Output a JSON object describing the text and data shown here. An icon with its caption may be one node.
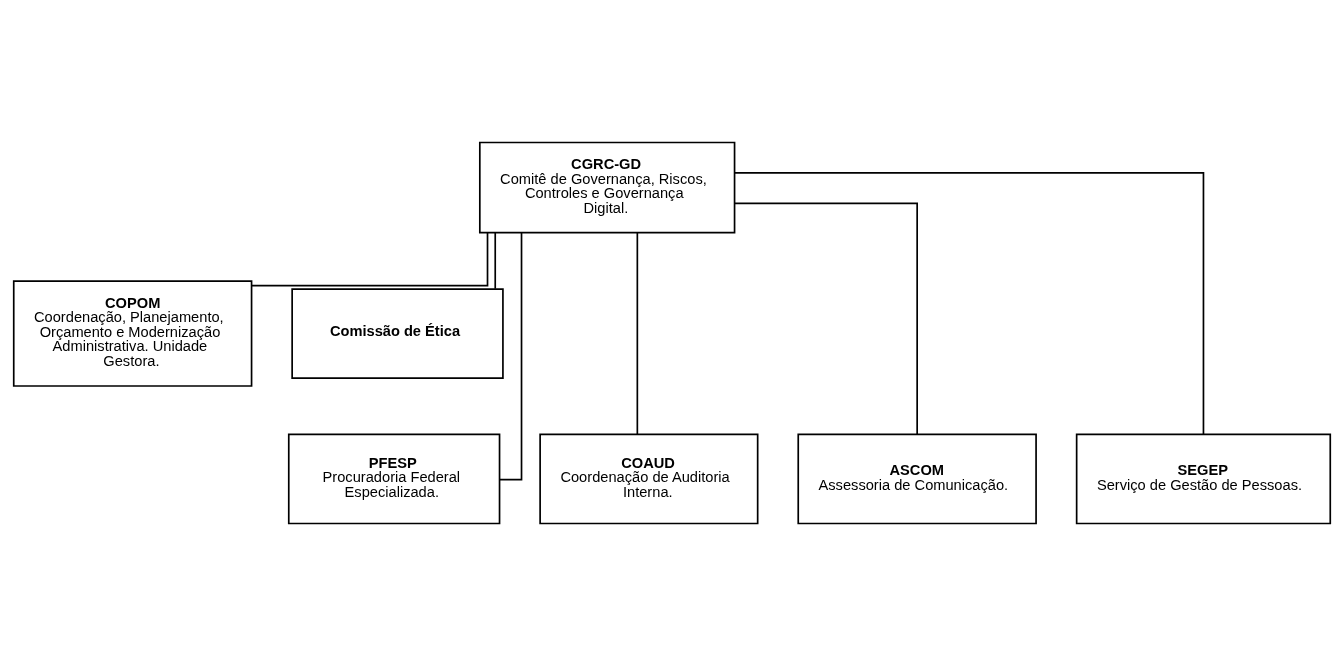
{
  "diagram": {
    "nodes": [
      {
        "text": [
          "CGRC-GD",
          "Comitê de Governança, Riscos, Controles e Governança Digital."
        ]
      },
      {
        "text": [
          "COPOM",
          "Coordenação, Planejamento, Orçamento e Modernização Administrativa. Unidade Gestora."
        ]
      },
      {
        "text": [
          "Comissão de Ética"
        ]
      },
      {
        "text": [
          "PFESP",
          "Procuradoria Federal Especializada."
        ]
      },
      {
        "text": [
          "COAUD",
          "Coordenação de Auditoria Interna."
        ]
      },
      {
        "text": [
          "ASCOM",
          "Assessoria de Comunicação."
        ]
      },
      {
        "text": [
          "SEGEP",
          "Serviço de Gestão de Pessoas."
        ]
      }
    ],
    "edges": [
      {
        "from": 0,
        "to": 1,
        "arrow": "none"
      },
      {
        "from": 0,
        "to": 2,
        "arrow": "none"
      },
      {
        "from": 0,
        "to": 3,
        "arrow": "none"
      },
      {
        "from": 0,
        "to": 4,
        "arrow": "none"
      },
      {
        "from": 0,
        "to": 5,
        "arrow": "none"
      },
      {
        "from": 0,
        "to": 6,
        "arrow": "none"
      }
    ]
  }
}
